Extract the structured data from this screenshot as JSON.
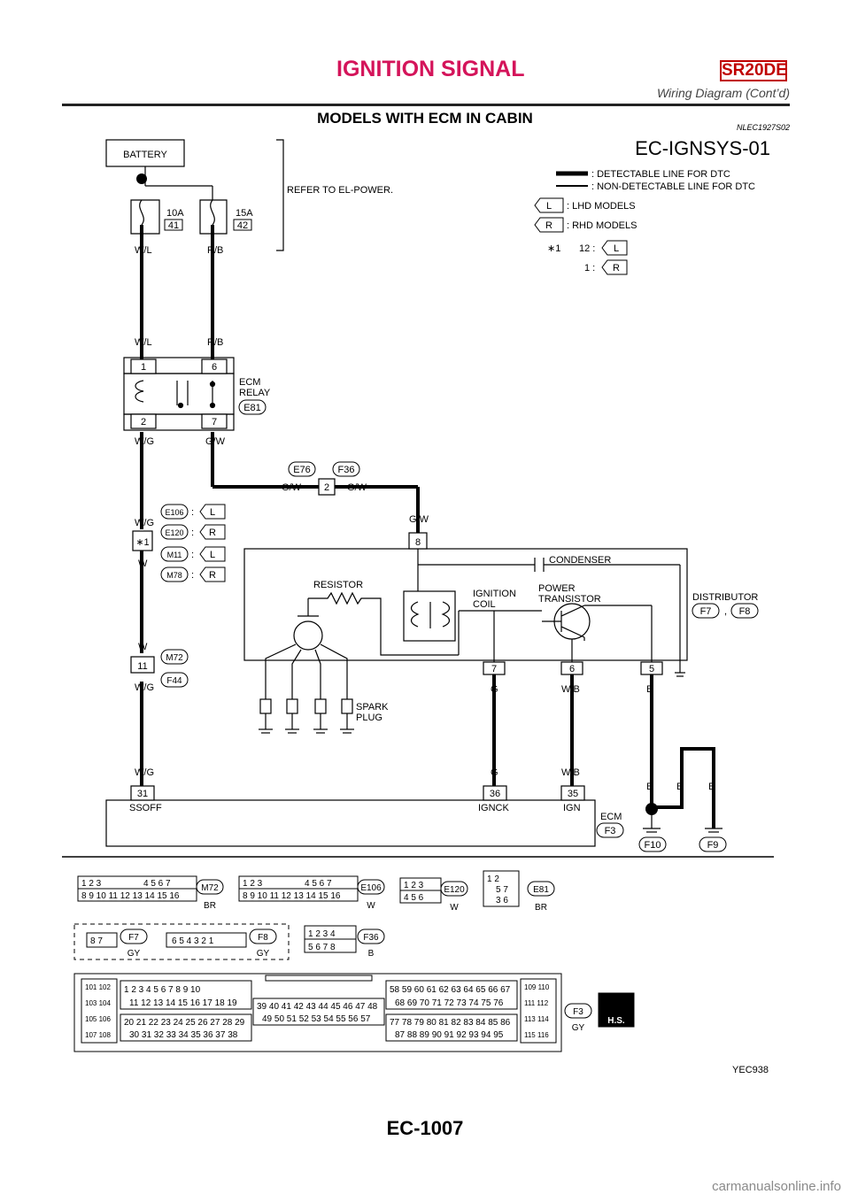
{
  "header": {
    "title": "IGNITION SIGNAL",
    "engine_badge": "SR20DE",
    "subtitle": "Wiring Diagram (Cont’d)"
  },
  "section": {
    "title": "MODELS WITH ECM IN CABIN",
    "code": "NLEC1927S02",
    "diagram_id": "EC-IGNSYS-01"
  },
  "legend": {
    "detectable": ": DETECTABLE LINE FOR DTC",
    "nondetectable": ": NON-DETECTABLE LINE FOR DTC",
    "lhd_tag": "L",
    "lhd_text": ": LHD MODELS",
    "rhd_tag": "R",
    "rhd_text": ": RHD MODELS",
    "star_label": "∗1",
    "star_12": "12 :",
    "star_1": "1 :"
  },
  "components": {
    "battery": "BATTERY",
    "refer": "REFER TO EL-POWER.",
    "fuse1_amp": "10A",
    "fuse1_no": "41",
    "fuse2_amp": "15A",
    "fuse2_no": "42",
    "ecm_relay": "ECM",
    "ecm_relay2": "RELAY",
    "ecm_relay_conn": "E81",
    "resistor": "RESISTOR",
    "ign_coil": "IGNITION",
    "ign_coil2": "COIL",
    "power_tr": "POWER",
    "power_tr2": "TRANSISTOR",
    "condenser": "CONDENSER",
    "distributor": "DISTRIBUTOR",
    "spark": "SPARK",
    "spark2": "PLUG",
    "ecm": "ECM",
    "ecm_conn": "F3",
    "ssoff": "SSOFF",
    "ignck": "IGNCK",
    "ign": "IGN",
    "gnd_f10": "F10",
    "gnd_f9": "F9"
  },
  "wires": {
    "wl": "W/L",
    "rb": "R/B",
    "wg": "W/G",
    "gw": "G/W",
    "w": "W",
    "g": "G",
    "wb": "W/B",
    "b": "B"
  },
  "pins": {
    "relay1": "1",
    "relay2": "2",
    "relay6": "6",
    "relay7": "7",
    "e76": "E76",
    "f36": "F36",
    "p2": "2",
    "p8": "8",
    "p7": "7",
    "p6": "6",
    "p5": "5",
    "p31": "31",
    "p36": "36",
    "p35": "35",
    "p11": "11",
    "m72": "M72",
    "f44": "F44",
    "f7": "F7",
    "f8": "F8",
    "comma": ",",
    "e106": "E106",
    "e120": "E120",
    "m11": "M11",
    "m78": "M78"
  },
  "connectors": {
    "m72_label": "M72",
    "m72_color": "BR",
    "e106_label": "E106",
    "e106_color": "W",
    "e120_label": "E120",
    "e120_color": "W",
    "e81_label": "E81",
    "e81_color": "BR",
    "f7_label": "F7",
    "f7_color": "GY",
    "f8_label": "F8",
    "f8_color": "GY",
    "f36_label": "F36",
    "f36_color": "B",
    "f3_label": "F3",
    "f3_color": "GY",
    "hs": "H.S."
  },
  "image_code": "YEC938",
  "page_number": "EC-1007",
  "footer": "carmanualsonline.info"
}
